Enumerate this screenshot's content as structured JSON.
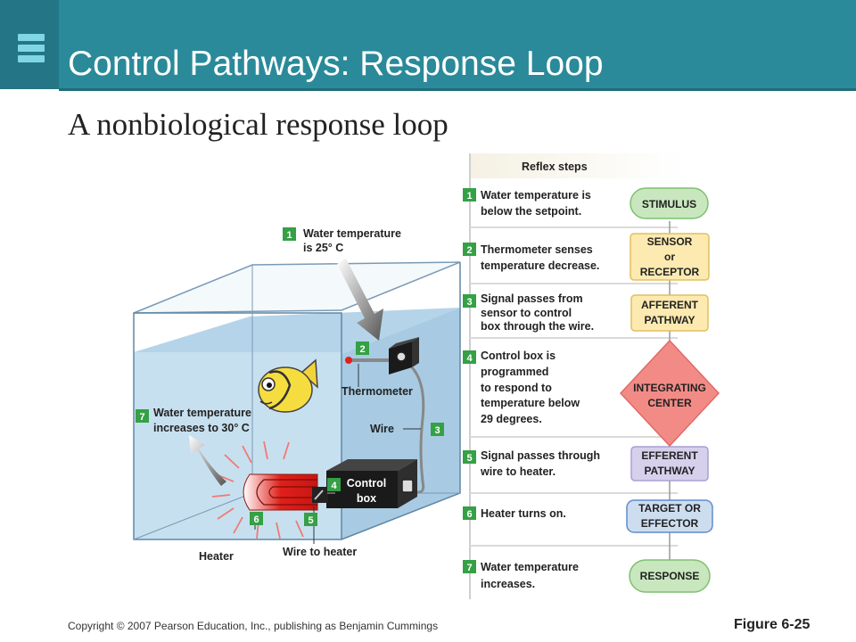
{
  "header": {
    "title": "Control Pathways: Response Loop",
    "subtitle": "A nonbiological response loop"
  },
  "colors": {
    "header": "#2a8a99",
    "water": "#c7e0ef",
    "yellow_box": "#fdeab0",
    "red_diamond": "#f28b86",
    "purple_box": "#d6d0ec",
    "blue_box": "#cdddf0",
    "green_box": "#c8e7be",
    "badge": "#35a045"
  },
  "tank": {
    "callout1": {
      "num": "1",
      "line1": "Water temperature",
      "line2": "is 25° C"
    },
    "callout2": {
      "num": "2"
    },
    "thermometer": "Thermometer",
    "wire": "Wire",
    "wire_num": "3",
    "callout7": {
      "num": "7",
      "line1": "Water temperature",
      "line2": "increases to 30° C"
    },
    "control_box": {
      "num": "4",
      "line1": "Control",
      "line2": "box"
    },
    "heater_num": "6",
    "wire_heater_num": "5",
    "heater": "Heater",
    "wire_to_heater": "Wire to heater"
  },
  "reflex": {
    "heading": "Reflex steps",
    "steps": [
      {
        "num": "1",
        "lines": [
          "Water temperature is",
          "below the setpoint."
        ],
        "box": [
          "STIMULUS"
        ]
      },
      {
        "num": "2",
        "lines": [
          "Thermometer senses",
          "temperature decrease."
        ],
        "box": [
          "SENSOR",
          "or",
          "RECEPTOR"
        ]
      },
      {
        "num": "3",
        "lines": [
          "Signal passes from",
          "sensor to control",
          "box through the wire."
        ],
        "box": [
          "AFFERENT",
          "PATHWAY"
        ]
      },
      {
        "num": "4",
        "lines": [
          "Control box is",
          "programmed",
          "to respond to",
          "temperature below",
          "29 degrees."
        ],
        "box": [
          "INTEGRATING",
          "CENTER"
        ]
      },
      {
        "num": "5",
        "lines": [
          "Signal passes through",
          "wire to heater."
        ],
        "box": [
          "EFFERENT",
          "PATHWAY"
        ]
      },
      {
        "num": "6",
        "lines": [
          "Heater turns on."
        ],
        "box": [
          "TARGET OR",
          "EFFECTOR"
        ]
      },
      {
        "num": "7",
        "lines": [
          "Water temperature",
          "increases."
        ],
        "box": [
          "RESPONSE"
        ]
      }
    ]
  },
  "footer": {
    "copyright": "Copyright © 2007 Pearson Education, Inc., publishing as Benjamin Cummings",
    "figure": "Figure 6-25"
  }
}
